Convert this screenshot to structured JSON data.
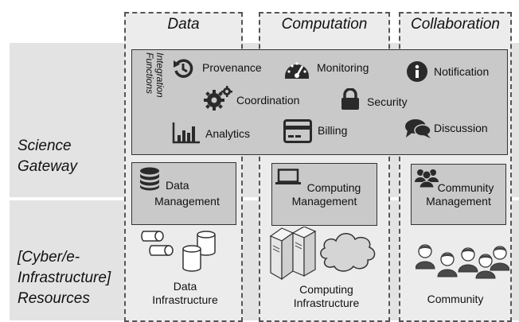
{
  "columns": {
    "data": "Data",
    "computation": "Computation",
    "collaboration": "Collaboration"
  },
  "rows": {
    "gateway": [
      "Science",
      "Gateway"
    ],
    "resources": [
      "[Cyber/e-",
      "Infrastructure]",
      "Resources"
    ]
  },
  "integration": {
    "title": [
      "Integration",
      "Functions"
    ],
    "functions": {
      "provenance": {
        "label": "Provenance",
        "icon": "history-icon"
      },
      "monitoring": {
        "label": "Monitoring",
        "icon": "gauge-icon"
      },
      "notification": {
        "label": "Notification",
        "icon": "info-icon"
      },
      "coordination": {
        "label": "Coordination",
        "icon": "gears-icon"
      },
      "security": {
        "label": "Security",
        "icon": "lock-icon"
      },
      "analytics": {
        "label": "Analytics",
        "icon": "bar-chart-icon"
      },
      "billing": {
        "label": "Billing",
        "icon": "credit-card-icon"
      },
      "discussion": {
        "label": "Discussion",
        "icon": "chat-bubbles-icon"
      }
    }
  },
  "management": {
    "data": [
      "Data",
      "Management"
    ],
    "computing": [
      "Computing",
      "Management"
    ],
    "community": [
      "Community",
      "Management"
    ]
  },
  "infrastructure": {
    "data": [
      "Data",
      "Infrastructure"
    ],
    "computing": [
      "Computing",
      "Infrastructure"
    ],
    "community": "Community"
  },
  "colors": {
    "band": "#e3e3e3",
    "column": "#ececec",
    "panel": "#c9c9c9",
    "icon": "#2a2a2a"
  }
}
